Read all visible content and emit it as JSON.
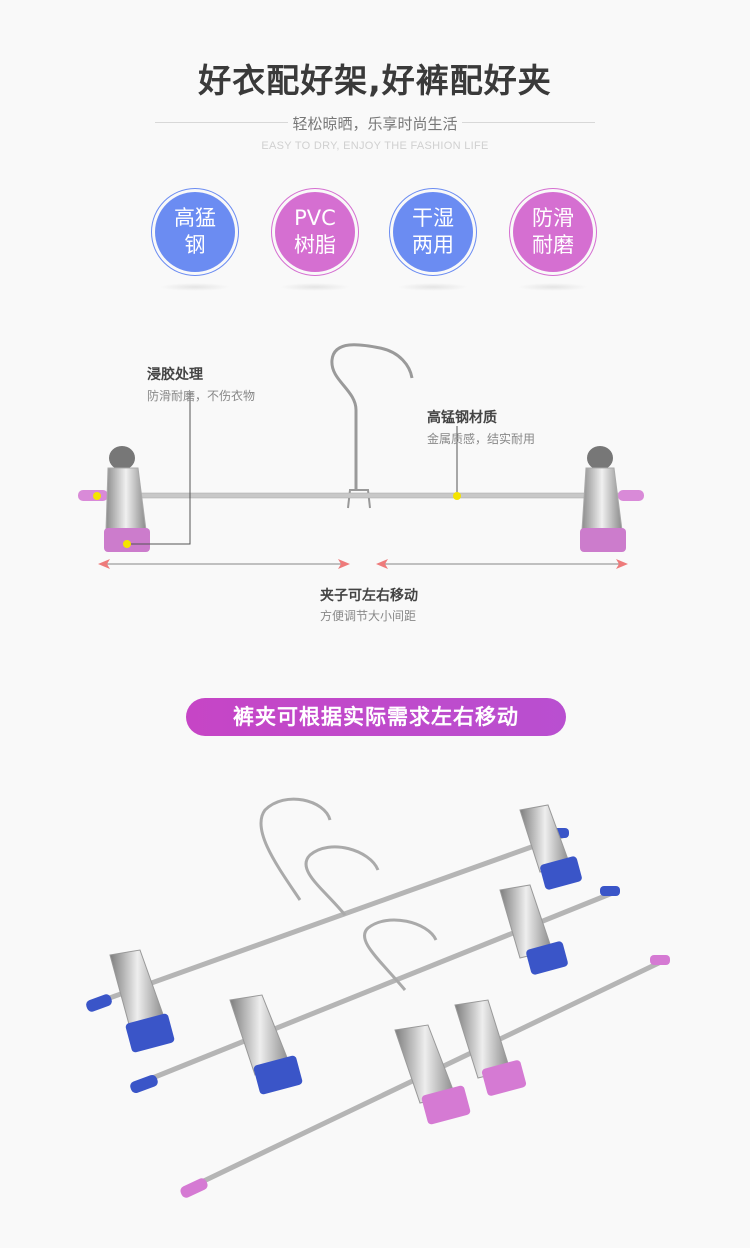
{
  "header": {
    "title": "好衣配好架,好裤配好夹",
    "subtitle": "轻松晾晒，乐享时尚生活",
    "subtitle_en": "EASY TO DRY, ENJOY THE FASHION LIFE"
  },
  "badges": [
    {
      "line1": "高猛",
      "line2": "钢",
      "color": "#6b8cf2"
    },
    {
      "line1": "PVC",
      "line2": "树脂",
      "color": "#d56fd1"
    },
    {
      "line1": "干湿",
      "line2": "两用",
      "color": "#6b8cf2"
    },
    {
      "line1": "防滑",
      "line2": "耐磨",
      "color": "#d56fd1"
    }
  ],
  "annotations": {
    "coating": {
      "title": "浸胶处理",
      "desc": "防滑耐磨，不伤衣物"
    },
    "material": {
      "title": "高锰钢材质",
      "desc": "金属质感，结实耐用"
    },
    "movable": {
      "title": "夹子可左右移动",
      "desc": "方便调节大小间距"
    }
  },
  "banner": {
    "text": "裤夹可根据实际需求左右移动"
  },
  "colors": {
    "accent_pink": "#d56fd1",
    "accent_blue": "#6b8cf2",
    "marker": "#f5e400",
    "arrow": "#ee7b7b"
  }
}
